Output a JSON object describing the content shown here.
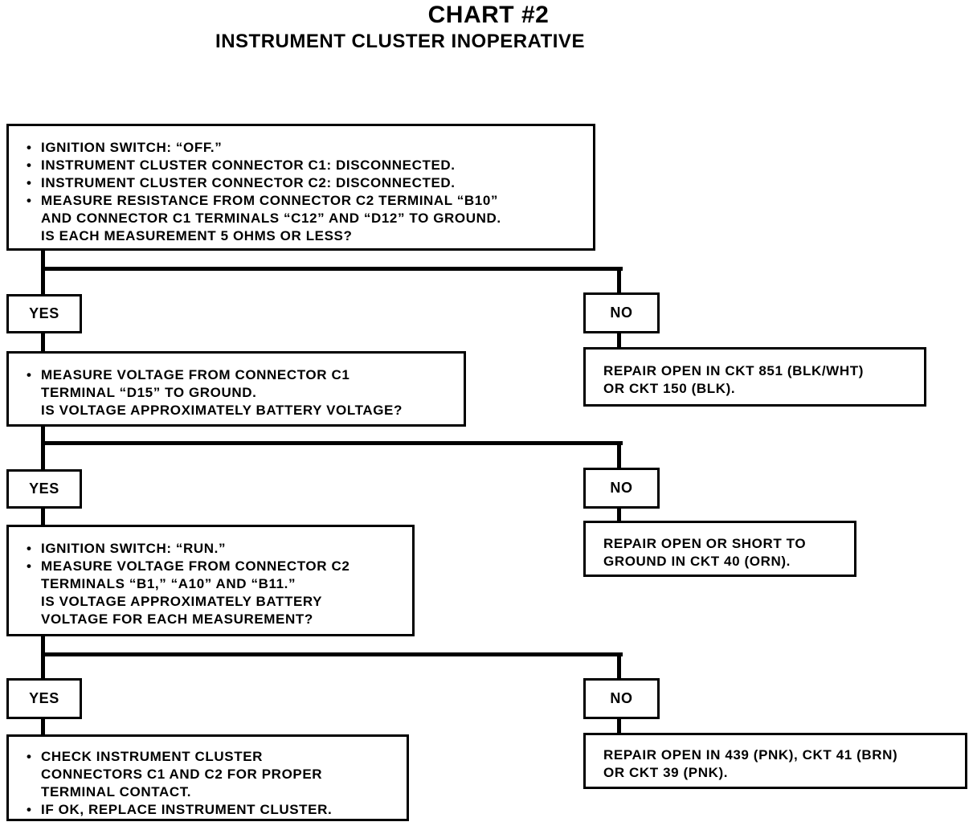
{
  "header": {
    "title": "CHART #2",
    "subtitle": "INSTRUMENT CLUSTER INOPERATIVE"
  },
  "step1": {
    "items": [
      "IGNITION SWITCH: “OFF.”",
      "INSTRUMENT CLUSTER CONNECTOR C1: DISCONNECTED.",
      "INSTRUMENT CLUSTER CONNECTOR C2: DISCONNECTED.",
      "MEASURE RESISTANCE FROM CONNECTOR C2 TERMINAL “B10”"
    ],
    "continuation": [
      "AND CONNECTOR C1 TERMINALS “C12” AND “D12” TO GROUND.",
      "IS EACH MEASUREMENT 5 OHMS OR LESS?"
    ]
  },
  "branch1": {
    "yes_label": "YES",
    "no_label": "NO",
    "no_result": [
      "REPAIR OPEN IN CKT 851 (BLK/WHT)",
      "OR CKT 150 (BLK)."
    ]
  },
  "step2": {
    "items": [
      "MEASURE VOLTAGE FROM CONNECTOR C1"
    ],
    "continuation": [
      "TERMINAL “D15” TO GROUND.",
      "IS VOLTAGE APPROXIMATELY BATTERY VOLTAGE?"
    ]
  },
  "branch2": {
    "yes_label": "YES",
    "no_label": "NO",
    "no_result": [
      "REPAIR OPEN OR SHORT TO",
      "GROUND IN CKT 40 (ORN)."
    ]
  },
  "step3": {
    "items": [
      "IGNITION SWITCH: “RUN.”",
      "MEASURE VOLTAGE FROM CONNECTOR C2"
    ],
    "continuation": [
      "TERMINALS “B1,” “A10” AND “B11.”",
      "IS VOLTAGE APPROXIMATELY BATTERY",
      "VOLTAGE FOR EACH MEASUREMENT?"
    ]
  },
  "branch3": {
    "yes_label": "YES",
    "no_label": "NO",
    "no_result": [
      "REPAIR OPEN IN 439 (PNK), CKT 41 (BRN)",
      "OR CKT 39 (PNK)."
    ]
  },
  "step4": {
    "item1": "CHECK INSTRUMENT CLUSTER",
    "item1_continuation": [
      "CONNECTORS C1 AND C2 FOR PROPER",
      "TERMINAL CONTACT."
    ],
    "item2": "IF OK, REPLACE INSTRUMENT CLUSTER."
  }
}
